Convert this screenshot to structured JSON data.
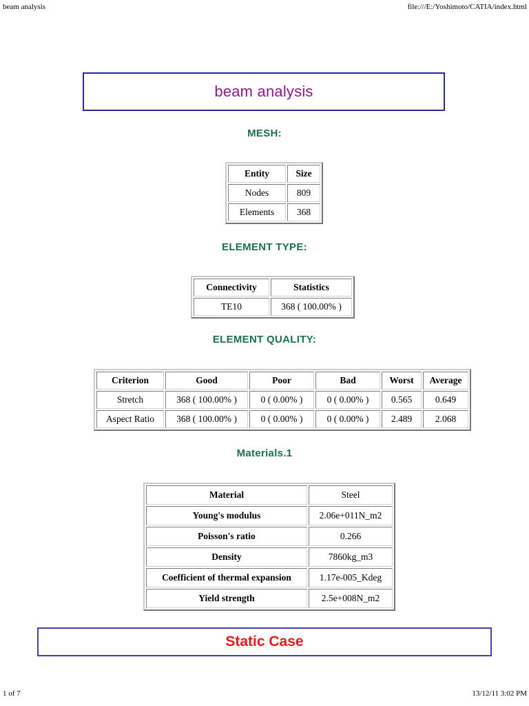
{
  "header": {
    "left": "beam analysis",
    "right": "file:///E:/Yoshimoto/CATIA/index.html"
  },
  "footer": {
    "left": "1 of 7",
    "right": "13/12/11 3:02 PM"
  },
  "banners": {
    "title": "beam analysis",
    "static_case": "Static Case"
  },
  "colors": {
    "title_text": "#8b1a8b",
    "title_border": "#2a2a8c",
    "heading_green": "#1a7050",
    "static_case_text": "#e8191a",
    "static_case_border": "#4040b0"
  },
  "sections": {
    "mesh_heading": "MESH:",
    "element_type_heading": "ELEMENT TYPE:",
    "element_quality_heading": "ELEMENT QUALITY:",
    "materials_heading": "Materials.1"
  },
  "mesh_table": {
    "headers": [
      "Entity",
      "Size"
    ],
    "rows": [
      {
        "entity": "Nodes",
        "size": "809"
      },
      {
        "entity": "Elements",
        "size": "368"
      }
    ]
  },
  "element_type_table": {
    "headers": [
      "Connectivity",
      "Statistics"
    ],
    "rows": [
      {
        "connectivity": "TE10",
        "statistics": "368 ( 100.00% )"
      }
    ]
  },
  "element_quality_table": {
    "headers": [
      "Criterion",
      "Good",
      "Poor",
      "Bad",
      "Worst",
      "Average"
    ],
    "rows": [
      {
        "criterion": "Stretch",
        "good": "368 ( 100.00% )",
        "poor": "0 ( 0.00% )",
        "bad": "0 ( 0.00% )",
        "worst": "0.565",
        "average": "0.649"
      },
      {
        "criterion": "Aspect Ratio",
        "good": "368 ( 100.00% )",
        "poor": "0 ( 0.00% )",
        "bad": "0 ( 0.00% )",
        "worst": "2.489",
        "average": "2.068"
      }
    ]
  },
  "materials_table": {
    "rows": [
      {
        "property": "Material",
        "value": "Steel"
      },
      {
        "property": "Young's modulus",
        "value": "2.06e+011N_m2"
      },
      {
        "property": "Poisson's ratio",
        "value": "0.266"
      },
      {
        "property": "Density",
        "value": "7860kg_m3"
      },
      {
        "property": "Coefficient of thermal expansion",
        "value": "1.17e-005_Kdeg"
      },
      {
        "property": "Yield strength",
        "value": "2.5e+008N_m2"
      }
    ]
  }
}
